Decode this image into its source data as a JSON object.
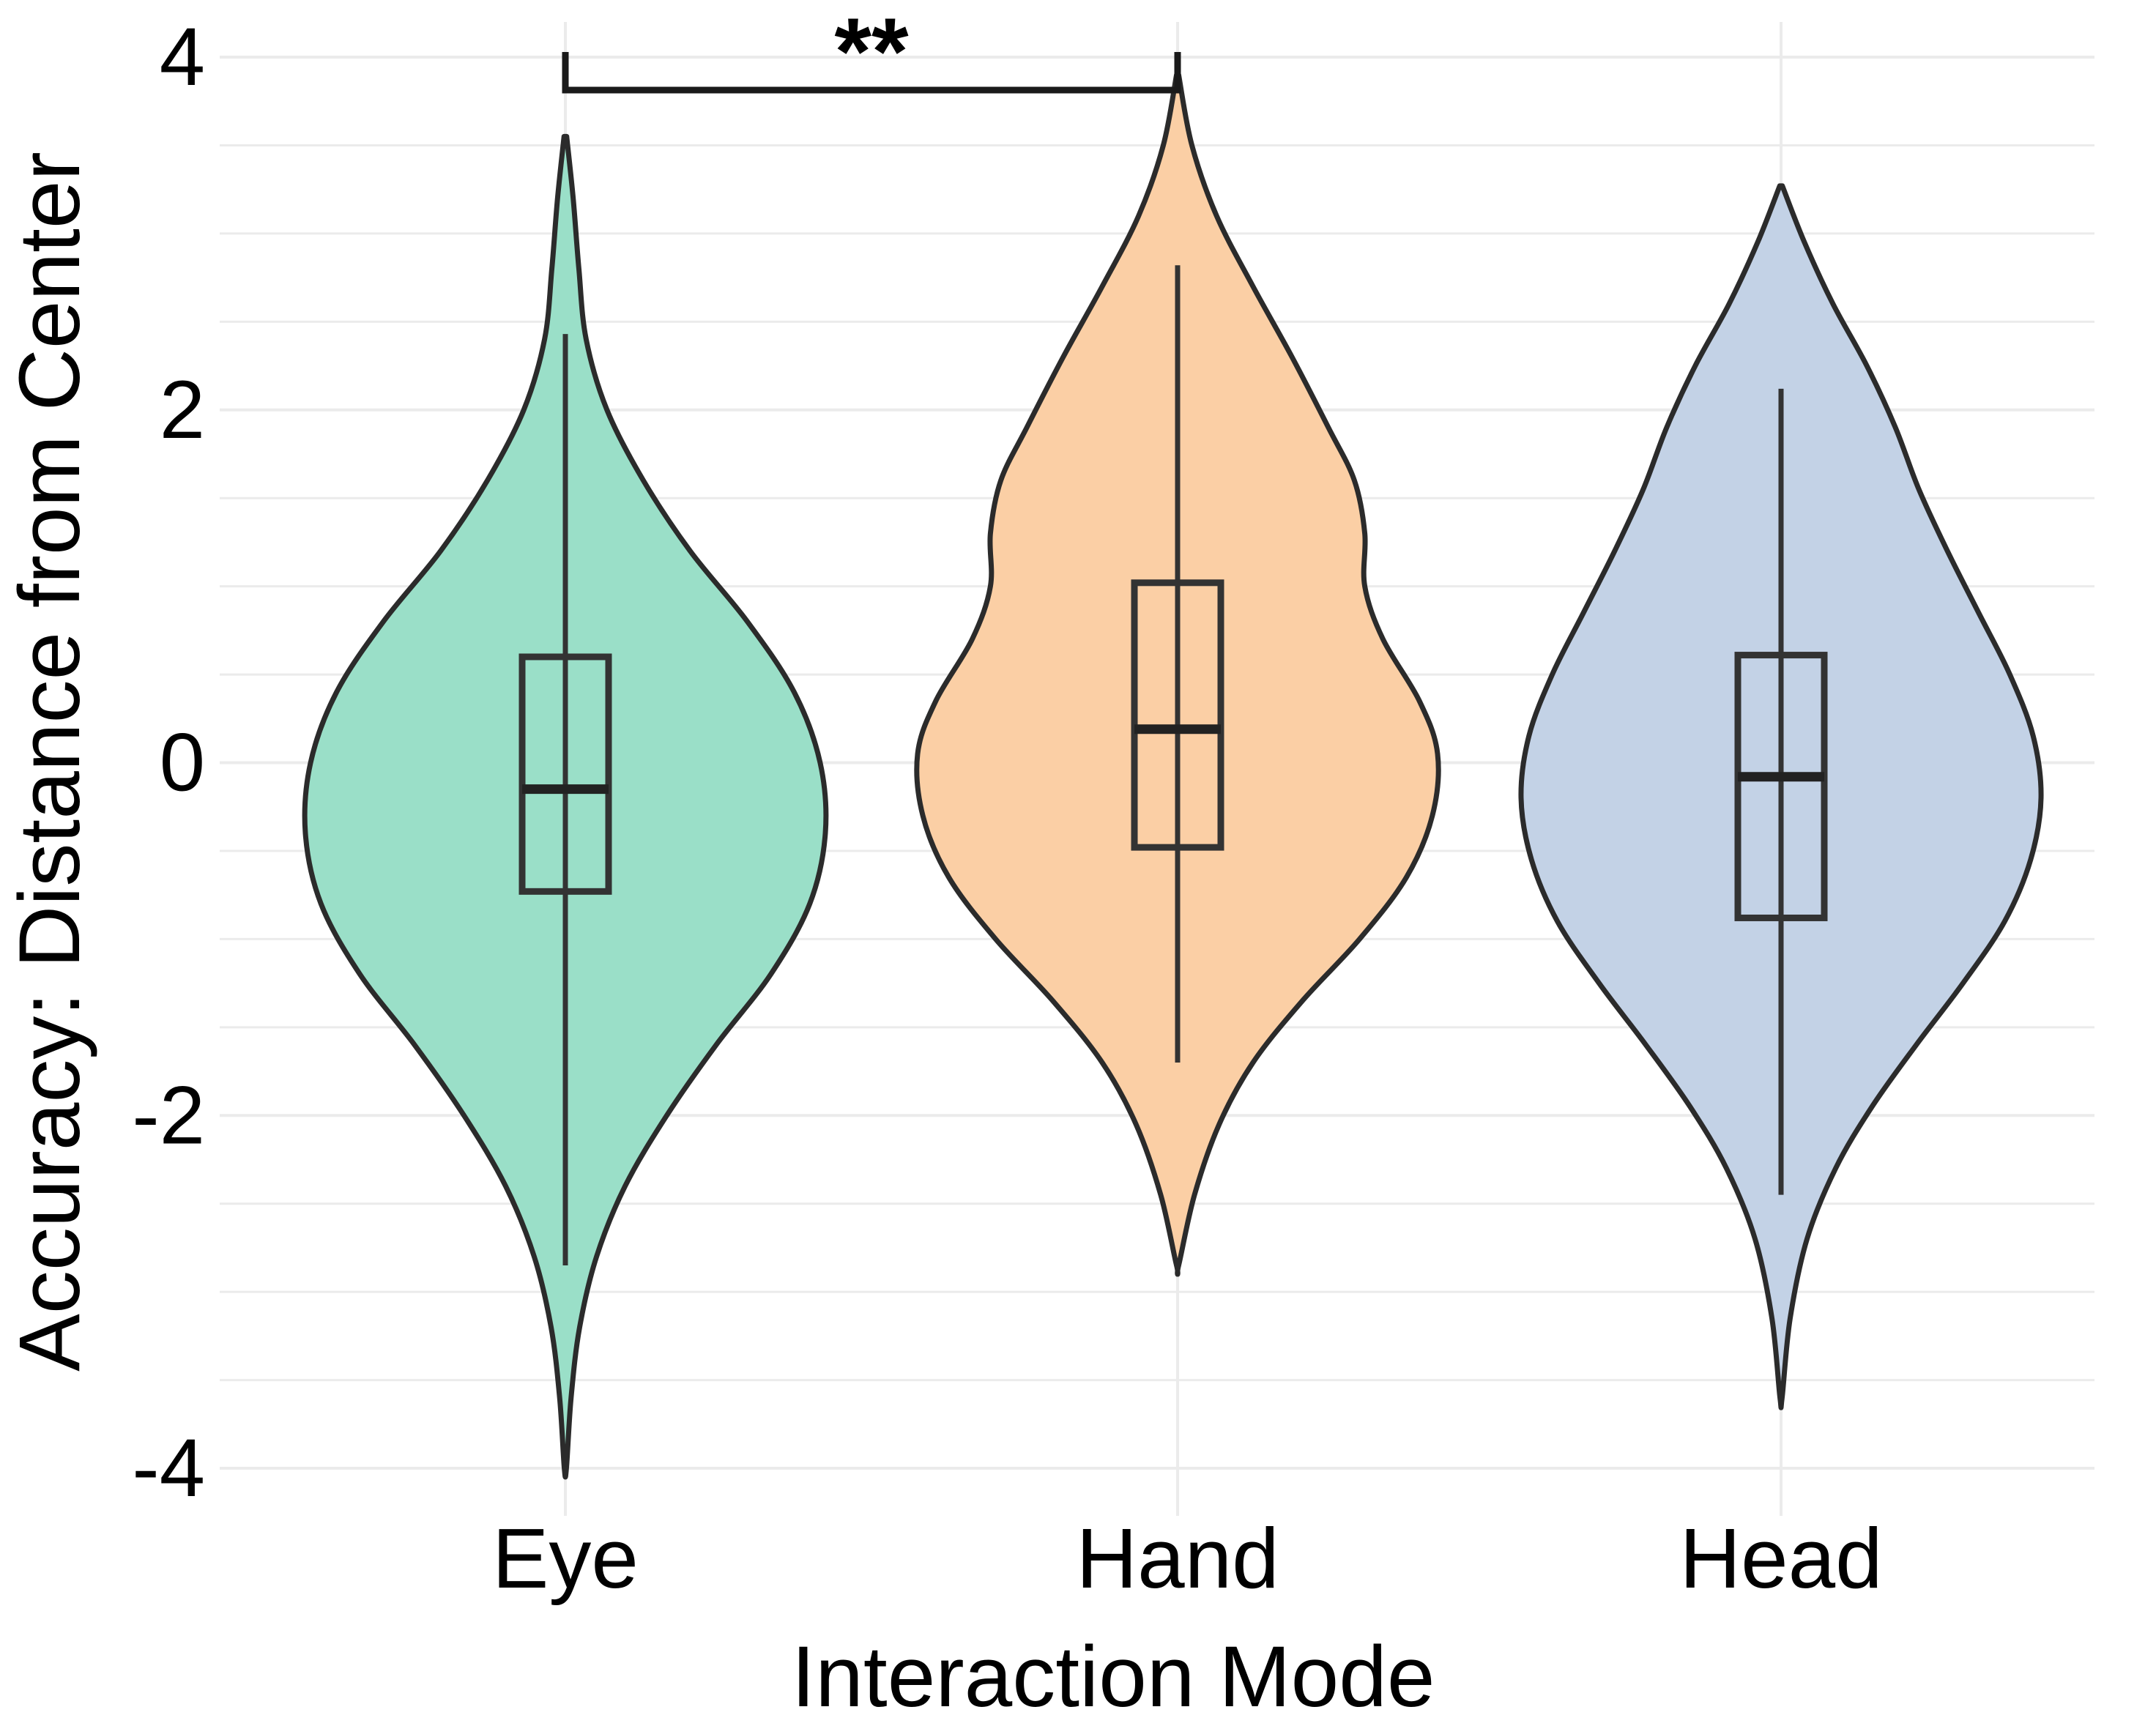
{
  "chart_data": {
    "type": "violin",
    "title": "",
    "xlabel": "Interaction Mode",
    "ylabel": "Accuracy: Distance from Center",
    "categories": [
      "Eye",
      "Hand",
      "Head"
    ],
    "xtick_labels": [
      "Eye",
      "Hand",
      "Head"
    ],
    "ytick_labels": [
      "4",
      "2",
      "0",
      "-2",
      "-4"
    ],
    "ytick_values": [
      4,
      2,
      0,
      -2,
      -4
    ],
    "ylim": [
      -4.35,
      4.35
    ],
    "grid": "horizontal-and-vertical-light",
    "legend": "none",
    "colors": {
      "Eye": "#9ADFC8",
      "Hand": "#FBCFA5",
      "Head": "#C3D2E6",
      "outline": "#2b2b2b",
      "grid": "#ebebeb",
      "text": "#000000"
    },
    "series": [
      {
        "name": "Eye",
        "fill": "#9ADFC8",
        "box": {
          "q1": -0.73,
          "median": -0.15,
          "q3": 0.6
        },
        "whiskers": {
          "low": -2.85,
          "high": 2.43
        },
        "violin_extent": {
          "min": -4.0,
          "max": 3.55
        },
        "density_profile": [
          {
            "y": 3.55,
            "w": 0.005
          },
          {
            "y": 3.2,
            "w": 0.03
          },
          {
            "y": 2.8,
            "w": 0.052
          },
          {
            "y": 2.4,
            "w": 0.08
          },
          {
            "y": 2.0,
            "w": 0.16
          },
          {
            "y": 1.6,
            "w": 0.3
          },
          {
            "y": 1.2,
            "w": 0.48
          },
          {
            "y": 0.8,
            "w": 0.7
          },
          {
            "y": 0.4,
            "w": 0.88
          },
          {
            "y": 0.0,
            "w": 0.98
          },
          {
            "y": -0.4,
            "w": 1.0
          },
          {
            "y": -0.8,
            "w": 0.94
          },
          {
            "y": -1.2,
            "w": 0.79
          },
          {
            "y": -1.6,
            "w": 0.58
          },
          {
            "y": -2.0,
            "w": 0.39
          },
          {
            "y": -2.4,
            "w": 0.23
          },
          {
            "y": -2.8,
            "w": 0.12
          },
          {
            "y": -3.2,
            "w": 0.055
          },
          {
            "y": -3.6,
            "w": 0.022
          },
          {
            "y": -4.0,
            "w": 0.004
          }
        ]
      },
      {
        "name": "Hand",
        "fill": "#FBCFA5",
        "box": {
          "q1": -0.48,
          "median": 0.19,
          "q3": 1.02
        },
        "whiskers": {
          "low": -1.7,
          "high": 2.82
        },
        "violin_extent": {
          "min": -2.85,
          "max": 3.9
        },
        "density_profile": [
          {
            "y": 3.9,
            "w": 0.004
          },
          {
            "y": 3.5,
            "w": 0.055
          },
          {
            "y": 3.1,
            "w": 0.15
          },
          {
            "y": 2.7,
            "w": 0.29
          },
          {
            "y": 2.3,
            "w": 0.44
          },
          {
            "y": 1.9,
            "w": 0.58
          },
          {
            "y": 1.6,
            "w": 0.68
          },
          {
            "y": 1.3,
            "w": 0.72
          },
          {
            "y": 1.0,
            "w": 0.72
          },
          {
            "y": 0.7,
            "w": 0.79
          },
          {
            "y": 0.35,
            "w": 0.93
          },
          {
            "y": 0.05,
            "w": 1.0
          },
          {
            "y": -0.3,
            "w": 0.98
          },
          {
            "y": -0.65,
            "w": 0.88
          },
          {
            "y": -1.0,
            "w": 0.7
          },
          {
            "y": -1.35,
            "w": 0.48
          },
          {
            "y": -1.7,
            "w": 0.29
          },
          {
            "y": -2.05,
            "w": 0.16
          },
          {
            "y": -2.45,
            "w": 0.065
          },
          {
            "y": -2.85,
            "w": 0.004
          }
        ]
      },
      {
        "name": "Head",
        "fill": "#C3D2E6",
        "box": {
          "q1": -0.88,
          "median": -0.08,
          "q3": 0.61
        },
        "whiskers": {
          "low": -2.45,
          "high": 2.12
        },
        "violin_extent": {
          "min": -3.6,
          "max": 3.27
        },
        "density_profile": [
          {
            "y": 3.27,
            "w": 0.005
          },
          {
            "y": 2.95,
            "w": 0.09
          },
          {
            "y": 2.6,
            "w": 0.2
          },
          {
            "y": 2.25,
            "w": 0.33
          },
          {
            "y": 1.9,
            "w": 0.44
          },
          {
            "y": 1.55,
            "w": 0.53
          },
          {
            "y": 1.2,
            "w": 0.64
          },
          {
            "y": 0.85,
            "w": 0.76
          },
          {
            "y": 0.5,
            "w": 0.88
          },
          {
            "y": 0.15,
            "w": 0.97
          },
          {
            "y": -0.2,
            "w": 1.0
          },
          {
            "y": -0.55,
            "w": 0.96
          },
          {
            "y": -0.9,
            "w": 0.86
          },
          {
            "y": -1.25,
            "w": 0.7
          },
          {
            "y": -1.6,
            "w": 0.52
          },
          {
            "y": -1.95,
            "w": 0.35
          },
          {
            "y": -2.3,
            "w": 0.21
          },
          {
            "y": -2.7,
            "w": 0.1
          },
          {
            "y": -3.15,
            "w": 0.035
          },
          {
            "y": -3.6,
            "w": 0.004
          }
        ]
      }
    ],
    "annotations": [
      {
        "type": "significance-bracket",
        "label": "**",
        "from": "Eye",
        "to": "Hand",
        "y": 4.3
      }
    ]
  }
}
